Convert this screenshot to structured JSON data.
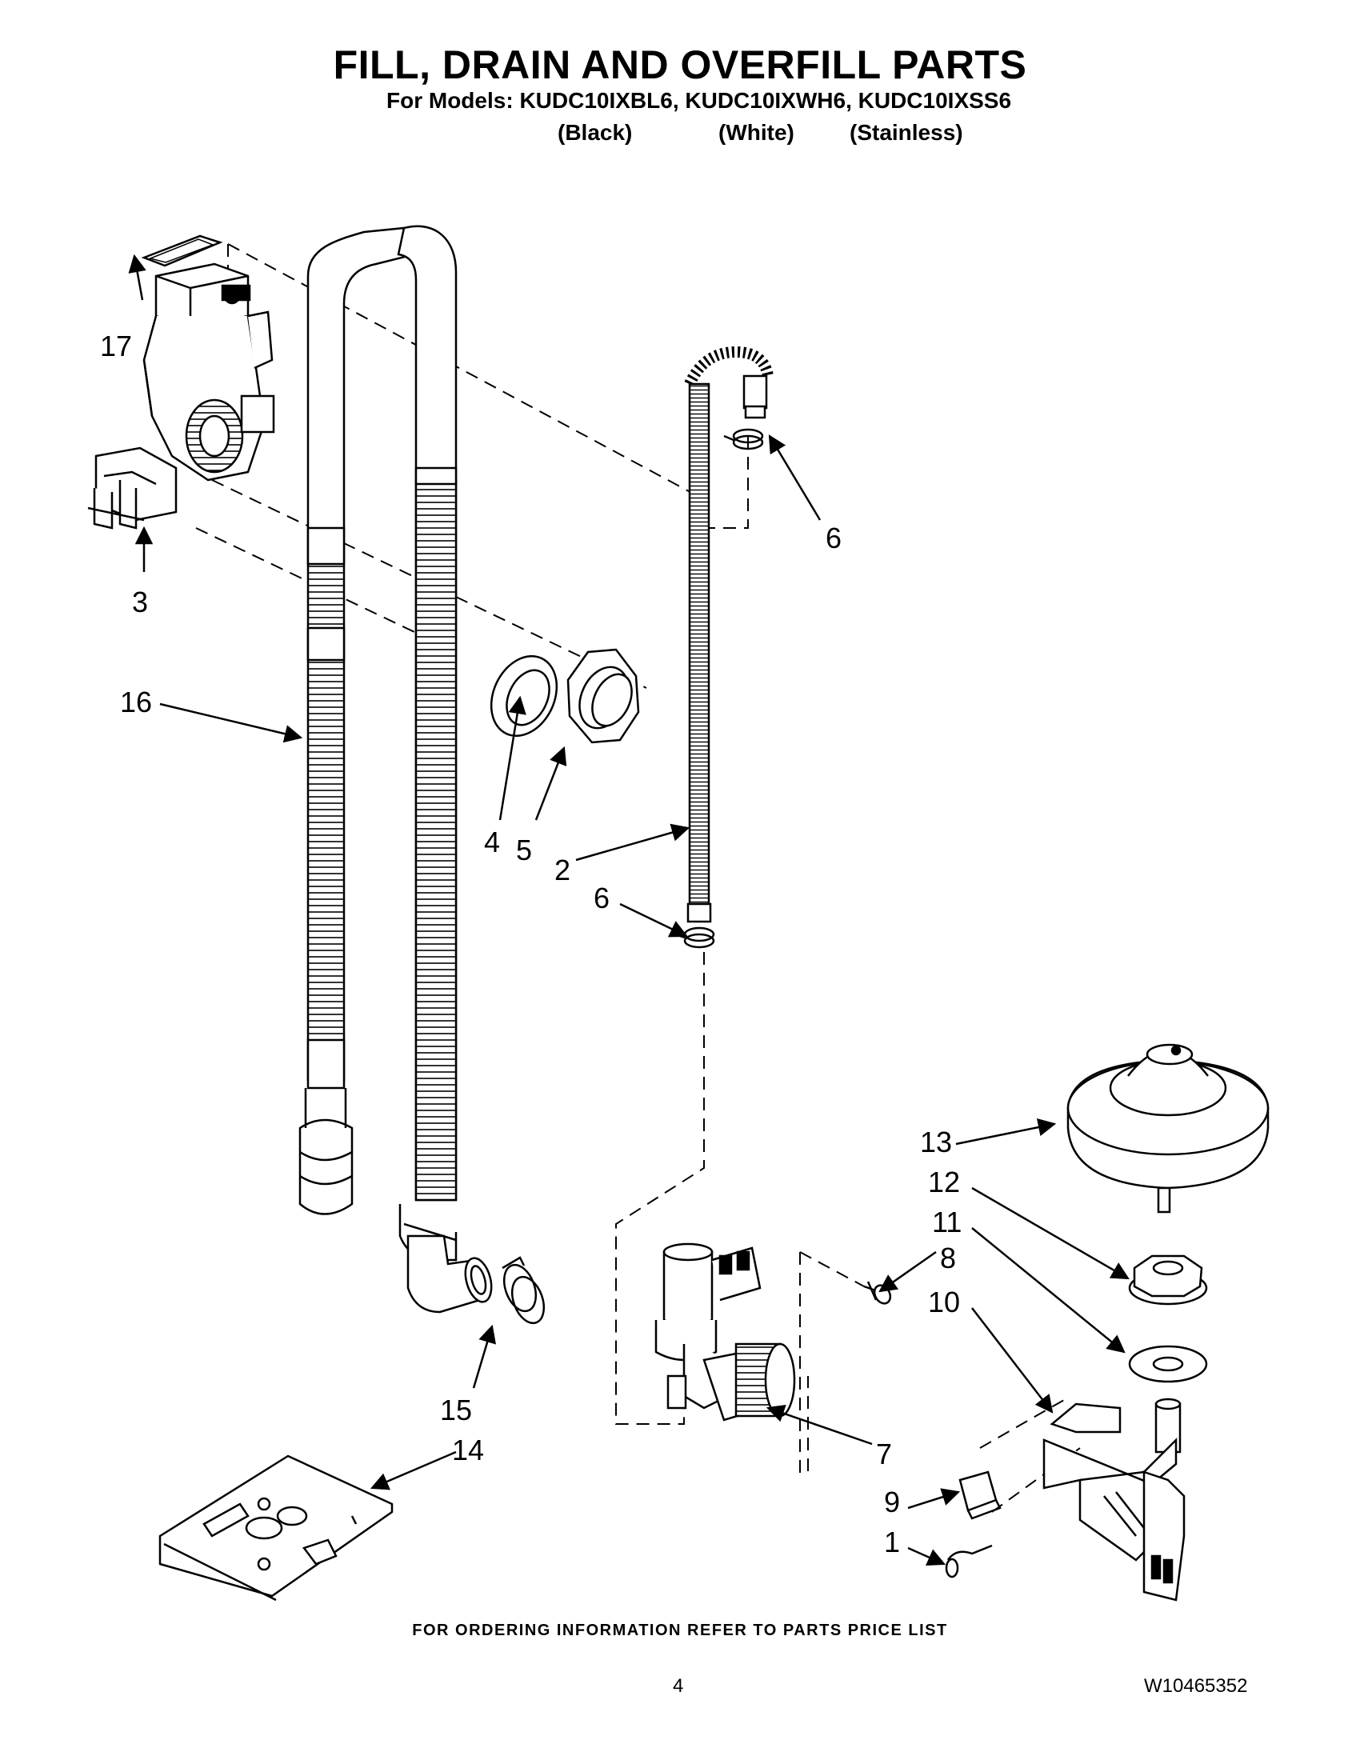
{
  "header": {
    "title": "FILL, DRAIN AND OVERFILL PARTS",
    "models": "For Models: KUDC10IXBL6, KUDC10IXWH6, KUDC10IXSS6",
    "colors": [
      "(Black)",
      "(White)",
      "(Stainless)"
    ]
  },
  "callouts": [
    "17",
    "3",
    "16",
    "4",
    "5",
    "2",
    "6",
    "6",
    "13",
    "12",
    "11",
    "8",
    "10",
    "7",
    "9",
    "1",
    "15",
    "14"
  ],
  "footer": {
    "ordering_note": "FOR ORDERING INFORMATION REFER TO PARTS PRICE LIST",
    "page_number": "4",
    "document_id": "W10465352"
  }
}
